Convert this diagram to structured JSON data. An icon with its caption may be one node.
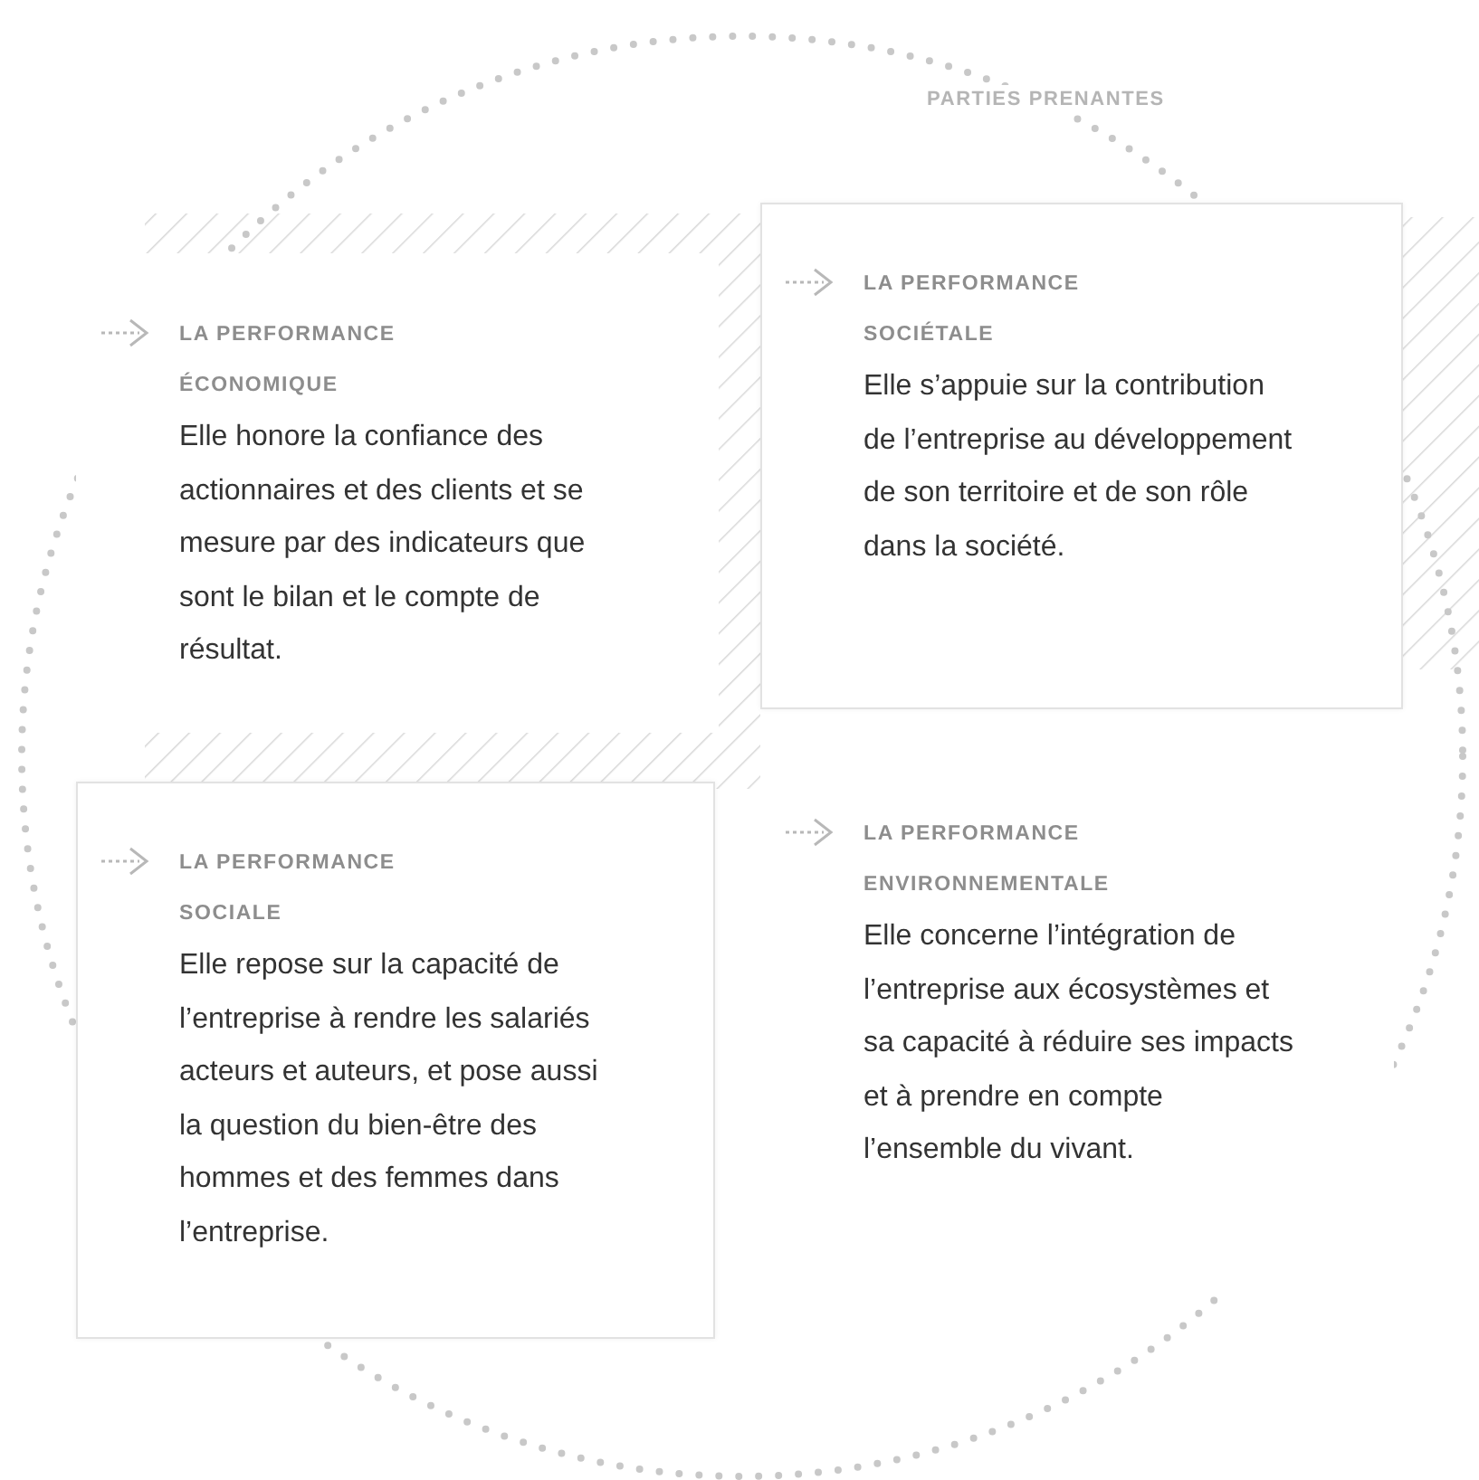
{
  "diagram": {
    "nodes": [
      {
        "text": [
          "LA PERFORMANCE ÉCONOMIQUE",
          "Elle honore la confiance des actionnaires et des clients et se mesure par des indicateurs que sont le bilan et le compte de résultat."
        ]
      },
      {
        "text": [
          "LA PERFORMANCE SOCIÉTALE",
          "Elle s’appuie sur la contribution de l’entreprise au développement de son territoire et de son rôle dans la société."
        ]
      },
      {
        "text": [
          "LA PERFORMANCE SOCIALE",
          "Elle repose sur la capacité de l’entreprise à rendre les salariés acteurs et auteurs, et pose aussi la question du bien-être des hommes et des femmes dans l’entreprise."
        ]
      },
      {
        "text": [
          "LA PERFORMANCE ENVIRONNEMENTALE",
          "Elle concerne l’intégration de l’entreprise aux écosystèmes et sa capacité à réduire ses impacts et à prendre en compte l’ensemble du vivant."
        ]
      }
    ],
    "labels": [
      "PARTIES PRENANTES"
    ]
  }
}
